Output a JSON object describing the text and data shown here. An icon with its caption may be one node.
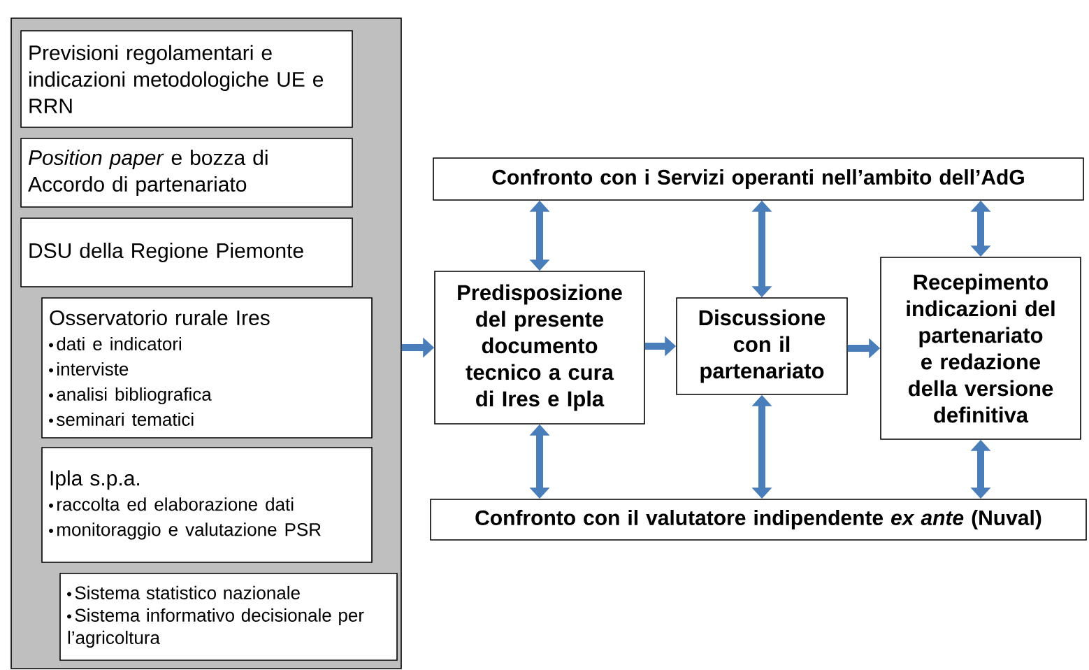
{
  "diagram": {
    "nodes": [
      {
        "text": [],
        "shape": "box"
      },
      {
        "text": [
          "Previsioni regolamentari e indicazioni metodologiche UE e RRN"
        ],
        "in": 0
      },
      {
        "text": [
          "*Position paper* e bozza di Accordo di partenariato"
        ],
        "in": 0
      },
      {
        "text": [
          "DSU della Regione Piemonte"
        ],
        "in": 0
      },
      {
        "text": [
          "Osservatorio rurale Ires",
          "dati e indicatori",
          "interviste",
          "analisi bibliografica",
          "seminari tematici"
        ],
        "in": 0
      },
      {
        "text": [
          "Ipla s.p.a.",
          "raccolta ed elaborazione dati",
          "monitoraggio e valutazione PSR"
        ],
        "in": 0
      },
      {
        "text": [
          "Sistema statistico nazionale",
          "Sistema informativo decisionale per l’agricoltura"
        ],
        "in": 0
      },
      {
        "text": [
          "Confronto con i Servizi operanti nell’ambito dell’AdG"
        ]
      },
      {
        "text": [
          "Predisposizione del presente documento tecnico a cura di Ires e Ipla"
        ]
      },
      {
        "text": [
          "Discussione con il partenariato"
        ]
      },
      {
        "text": [
          "Recepimento indicazioni del partenariato e redazione della versione definitiva"
        ]
      },
      {
        "text": [
          "Confronto con il valutatore indipendente *ex ante* (Nuval)"
        ]
      }
    ],
    "edges": [
      {
        "from": 0,
        "to": 8,
        "arrow": "to"
      },
      {
        "from": 8,
        "to": 9,
        "arrow": "to"
      },
      {
        "from": 9,
        "to": 10,
        "arrow": "to"
      },
      {
        "from": 7,
        "to": 8,
        "arrow": "both"
      },
      {
        "from": 7,
        "to": 9,
        "arrow": "both"
      },
      {
        "from": 7,
        "to": 10,
        "arrow": "both"
      },
      {
        "from": 8,
        "to": 11,
        "arrow": "both"
      },
      {
        "from": 9,
        "to": 11,
        "arrow": "both"
      },
      {
        "from": 10,
        "to": 11,
        "arrow": "both"
      }
    ]
  }
}
